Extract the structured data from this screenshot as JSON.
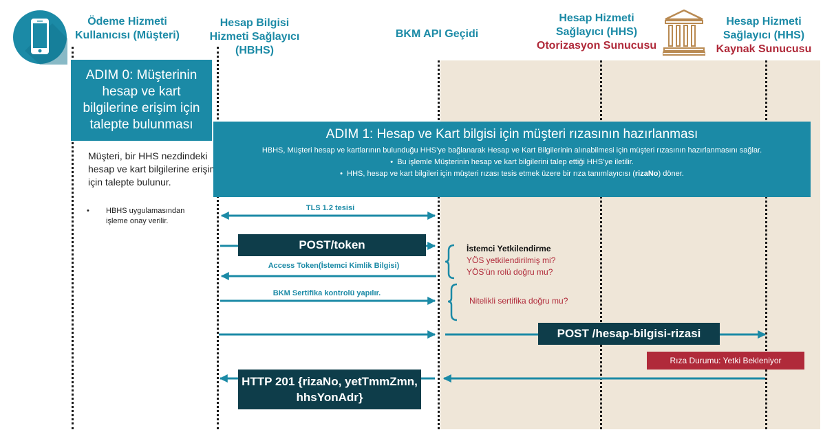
{
  "headers": {
    "user": "Ödeme Hizmeti Kullanıcısı (Müşteri)",
    "hbhs": "Hesap Bilgisi Hizmeti Sağlayıcı (HBHS)",
    "gateway": "BKM API Geçidi",
    "auth_title": "Hesap Hizmeti Sağlayıcı (HHS)",
    "auth_sub": "Otorizasyon Sunucusu",
    "res_title": "Hesap Hizmeti Sağlayıcı (HHS)",
    "res_sub": "Kaynak Sunucusu"
  },
  "step0": {
    "title": "ADIM 0: Müşterinin hesap ve kart bilgilerine erişim için talepte bulunması",
    "note": "Müşteri, bir HHS nezdindeki hesap ve kart bilgilerine erişim için talepte bulunur.",
    "bullet": "HBHS uygulamasından işleme onay verilir."
  },
  "step1": {
    "title": "ADIM 1: Hesap ve Kart bilgisi için müşteri rızasının hazırlanması",
    "desc": "HBHS, Müşteri hesap ve kartlarının bulunduğu HHS’ye bağlanarak Hesap ve Kart Bilgilerinin alınabilmesi için müşteri rızasının hazırlanmasını sağlar.",
    "bullet1": "Bu işlemle Müşterinin hesap ve kart bilgilerini talep ettiği HHS’ye iletilir.",
    "bullet2_pre": "HHS, hesap ve kart bilgileri için müşteri rızası tesis etmek üzere bir rıza tanımlayıcısı (",
    "bullet2_bold": "rizaNo",
    "bullet2_post": ") döner."
  },
  "messages": {
    "tls": "TLS 1.2 tesisi",
    "post_token": "POST/token",
    "access_token": "Access Token(İstemci Kimlik Bilgisi)",
    "cert_check": "BKM Sertifika kontrolü yapılır.",
    "post_consent": "POST /hesap-bilgisi-rizasi",
    "consent_status": "Rıza Durumu: Yetki Bekleniyor",
    "http201": "HTTP 201 {rizaNo, yetTmmZmn, hhsYonAdr}"
  },
  "notes": {
    "client_auth_title": "İstemci Yetkilendirme",
    "client_auth_q1": "YÖS yetkilendirilmiş mi?",
    "client_auth_q2": "YÖS’ün rolü doğru mu?",
    "cert_q": "Nitelikli sertifika doğru mu?"
  },
  "icons": {
    "user": "smartphone-icon",
    "bank": "bank-icon"
  },
  "colors": {
    "teal": "#1b8aa6",
    "dark": "#0e3d4a",
    "red": "#b02a3a",
    "beige": "#efe6d8"
  }
}
